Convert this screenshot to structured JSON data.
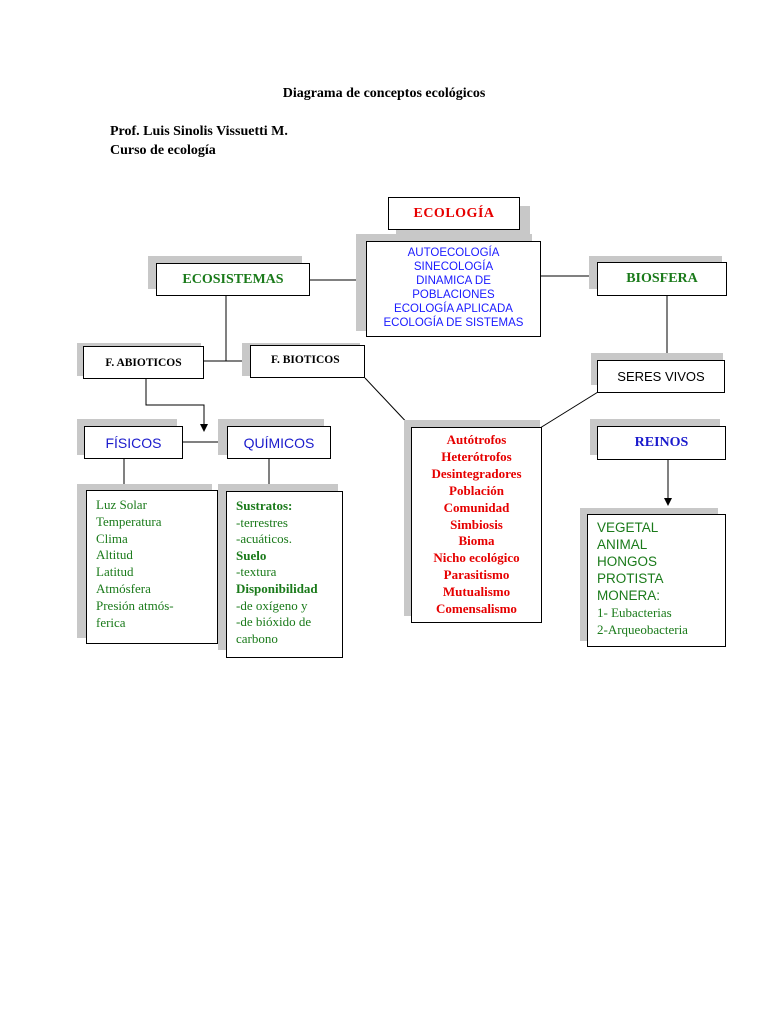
{
  "title": "Diagrama de conceptos ecológicos",
  "author": "Prof. Luis Sinolis Vissuetti M.",
  "course": "Curso de ecología",
  "nodes": {
    "ecologia": "ECOLOGÍA",
    "subdisciplines": [
      "AUTOECOLOGÍA",
      "SINECOLOGÍA",
      "DINAMICA DE",
      "POBLACIONES",
      "ECOLOGÍA APLICADA",
      "ECOLOGÍA DE SISTEMAS"
    ],
    "ecosistemas": "ECOSISTEMAS",
    "biosfera": "BIOSFERA",
    "f_abioticos": "F. ABIOTICOS",
    "f_bioticos": "F. BIOTICOS",
    "seres_vivos": "SERES VIVOS",
    "fisicos": "FÍSICOS",
    "quimicos": "QUÍMICOS",
    "reinos": "REINOS",
    "fisicos_items": [
      "Luz Solar",
      "Temperatura",
      "Clima",
      "Altitud",
      "Latitud",
      "Atmósfera",
      "Presión atmós-",
      "ferica"
    ],
    "quimicos_items": [
      {
        "text": "Sustratos:",
        "bold": true
      },
      {
        "text": "-terrestres",
        "bold": false
      },
      {
        "text": "-acuáticos.",
        "bold": false
      },
      {
        "text": "Suelo",
        "bold": true
      },
      {
        "text": "-textura",
        "bold": false
      },
      {
        "text": "Disponibilidad",
        "bold": true
      },
      {
        "text": "-de oxígeno y",
        "bold": false
      },
      {
        "text": "-de bióxido de",
        "bold": false
      },
      {
        "text": "carbono",
        "bold": false
      }
    ],
    "bioticos_items": [
      "Autótrofos",
      "Heterótrofos",
      "Desintegradores",
      "Población",
      "Comunidad",
      "Simbiosis",
      "Bioma",
      "Nicho ecológico",
      "Parasitismo",
      "Mutualismo",
      "Comensalismo"
    ],
    "reinos_items": [
      {
        "text": "VEGETAL",
        "small": false
      },
      {
        "text": "ANIMAL",
        "small": false
      },
      {
        "text": "HONGOS",
        "small": false
      },
      {
        "text": "PROTISTA",
        "small": false
      },
      {
        "text": "MONERA:",
        "small": false
      },
      {
        "text": "1- Eubacterias",
        "small": true
      },
      {
        "text": "2-Arqueobacteria",
        "small": true
      }
    ]
  },
  "colors": {
    "red": "#e60000",
    "blue": "#1a1aff",
    "green": "#1a7a1a",
    "shadow": "#c8c8c8"
  }
}
